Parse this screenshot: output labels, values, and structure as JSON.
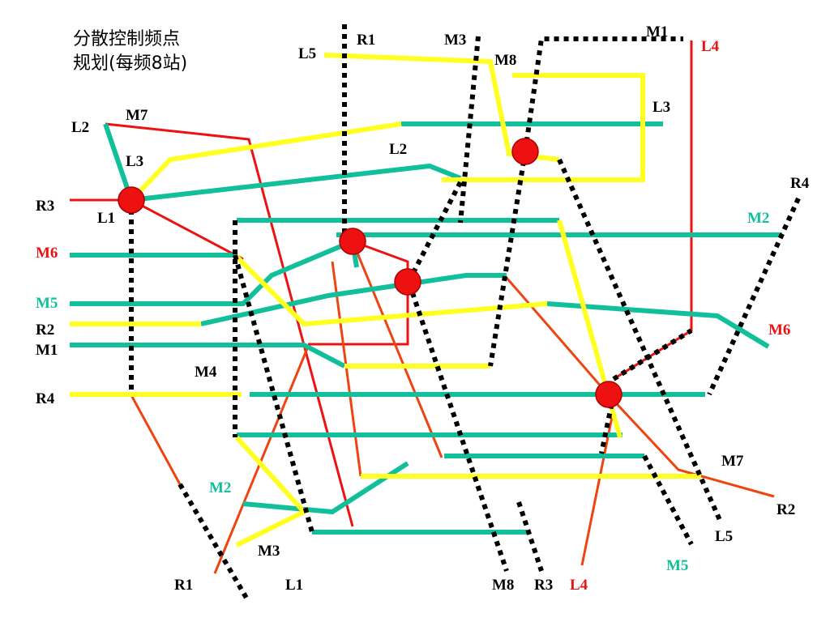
{
  "title": {
    "line1": "分散控制频点",
    "line2": "规划(每频8站)"
  },
  "colors": {
    "red": "#ee1111",
    "orange": "#ee4411",
    "green": "#11c09a",
    "yellow": "#ffff22",
    "black": "#000000",
    "label_black": "#000000",
    "label_red": "#ee1111",
    "label_green": "#11c09a"
  },
  "labels": [
    {
      "text": "R1",
      "color": "label_black"
    },
    {
      "text": "M3",
      "color": "label_black"
    },
    {
      "text": "M1",
      "color": "label_black"
    },
    {
      "text": "L4",
      "color": "label_red"
    },
    {
      "text": "L5",
      "color": "label_black"
    },
    {
      "text": "M8",
      "color": "label_black"
    },
    {
      "text": "L3",
      "color": "label_black"
    },
    {
      "text": "M7",
      "color": "label_black"
    },
    {
      "text": "L2",
      "color": "label_black"
    },
    {
      "text": "L3",
      "color": "label_black"
    },
    {
      "text": "L2",
      "color": "label_black"
    },
    {
      "text": "R4",
      "color": "label_black"
    },
    {
      "text": "R3",
      "color": "label_black"
    },
    {
      "text": "L1",
      "color": "label_black"
    },
    {
      "text": "M2",
      "color": "label_green"
    },
    {
      "text": "M6",
      "color": "label_red"
    },
    {
      "text": "M5",
      "color": "label_green"
    },
    {
      "text": "R2",
      "color": "label_black"
    },
    {
      "text": "M6",
      "color": "label_red"
    },
    {
      "text": "M1",
      "color": "label_black"
    },
    {
      "text": "M4",
      "color": "label_black"
    },
    {
      "text": "R4",
      "color": "label_black"
    },
    {
      "text": "M7",
      "color": "label_black"
    },
    {
      "text": "M2",
      "color": "label_green"
    },
    {
      "text": "R2",
      "color": "label_black"
    },
    {
      "text": "L5",
      "color": "label_black"
    },
    {
      "text": "M3",
      "color": "label_black"
    },
    {
      "text": "M5",
      "color": "label_green"
    },
    {
      "text": "R1",
      "color": "label_black"
    },
    {
      "text": "L1",
      "color": "label_black"
    },
    {
      "text": "M8",
      "color": "label_black"
    },
    {
      "text": "R3",
      "color": "label_black"
    },
    {
      "text": "L4",
      "color": "label_red"
    }
  ],
  "nodes": [
    "station-1",
    "station-2",
    "station-3",
    "station-4",
    "station-5"
  ]
}
